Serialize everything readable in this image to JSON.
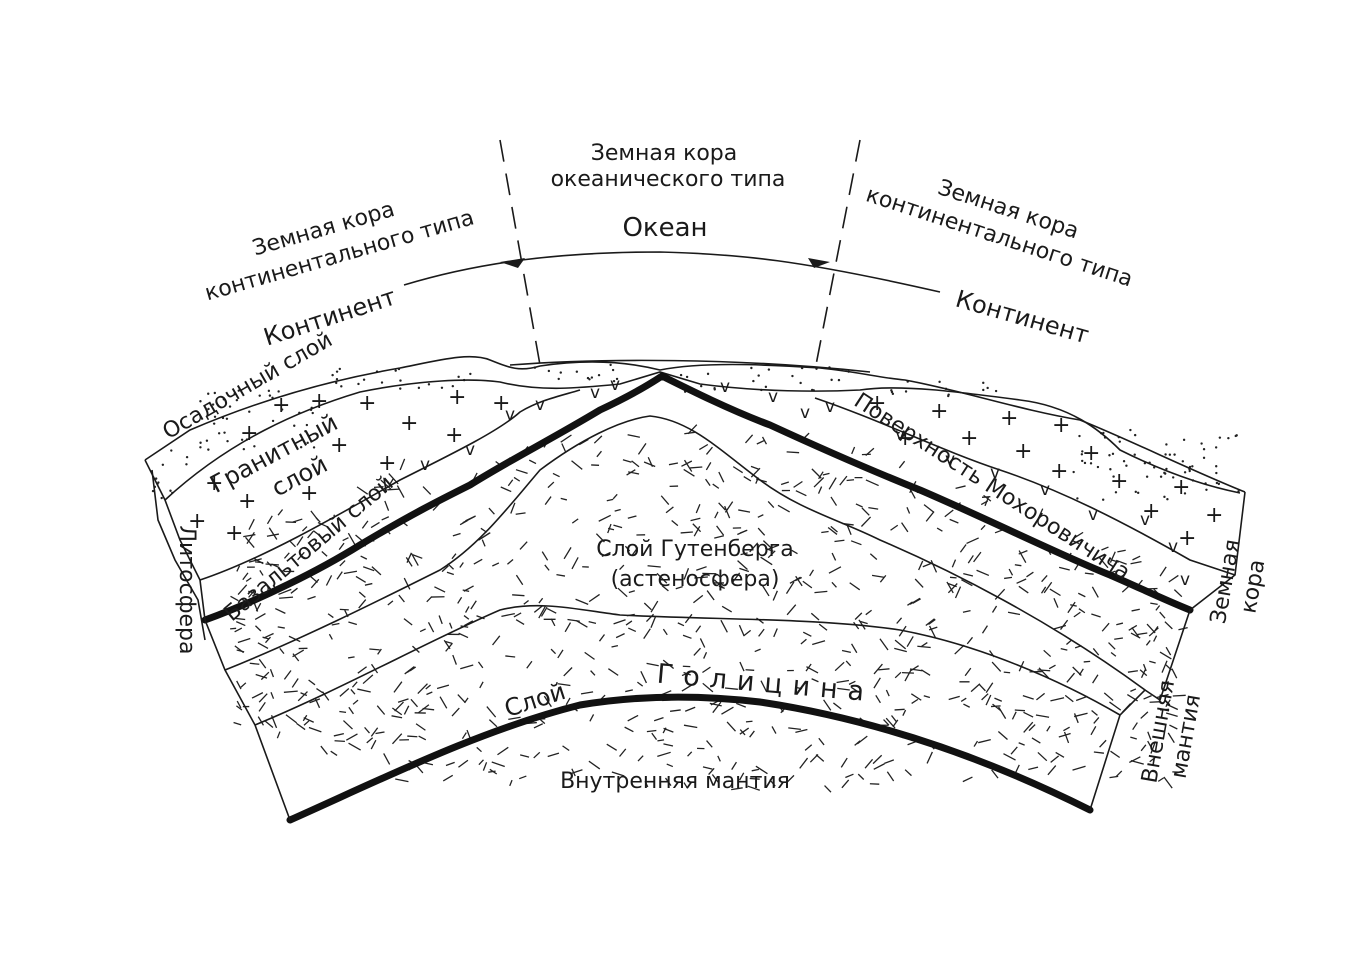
{
  "labels": {
    "crust_oceanic": [
      "Земная кора",
      "океанического типа"
    ],
    "crust_continental_left": [
      "Земная кора",
      "континентального типа"
    ],
    "crust_continental_right": [
      "Земная кора",
      "континентального типа"
    ],
    "ocean": "Океан",
    "continent_left": "Континент",
    "continent_right": "Континент",
    "sedimentary_layer": "Осадочный слой",
    "granite_layer": [
      "Гранитный",
      "слой"
    ],
    "basalt_layer": "Базальтовый слой",
    "moho_surface": "Поверхность Мохоровичича",
    "gutenberg_layer": [
      "Слой Гутенберга",
      "(астеносфера)"
    ],
    "golitsyn_layer": [
      "Слой",
      "Голицина"
    ],
    "inner_mantle": "Внутренняя  мантия",
    "lithosphere": "Литосфера",
    "earth_crust_side": [
      "Земная",
      "кора"
    ],
    "outer_mantle_side": [
      "Внешняя",
      "мантия"
    ]
  },
  "symbols": {
    "granite": "+",
    "basalt": "v",
    "sediment": "·",
    "mantle": "/"
  }
}
